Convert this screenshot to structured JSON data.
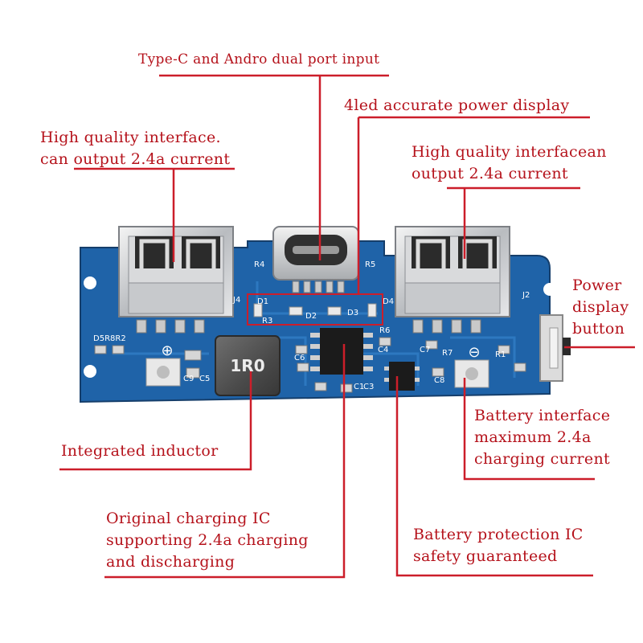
{
  "annotations": {
    "dual_input": "Type-C and Andro dual port input",
    "led_display": "4led accurate power display",
    "left_port": [
      "High quality interface.",
      "can output 2.4a current"
    ],
    "right_port": [
      "High quality interfacean",
      "output 2.4a current"
    ],
    "power_button": [
      "Power",
      "display",
      "button"
    ],
    "inductor": "Integrated inductor",
    "battery_interface": [
      "Battery interface",
      "maximum 2.4a",
      "charging current"
    ],
    "charging_ic": [
      "Original charging IC",
      "supporting 2.4a charging",
      "and discharging"
    ],
    "protection_ic": [
      "Battery protection IC",
      "safety guaranteed"
    ]
  },
  "board": {
    "inductor_marking": "1R0",
    "silkscreen": [
      "J4",
      "R4",
      "R5",
      "J2",
      "D1",
      "D2",
      "D3",
      "D4",
      "R3",
      "C6",
      "C4",
      "C7",
      "R7",
      "R1",
      "D5R8R2",
      "C9",
      "C5",
      "C1",
      "C3",
      "C8",
      "R6"
    ],
    "plus_symbol": "⊕",
    "minus_symbol": "⊖"
  },
  "colors": {
    "annotation": "#b5121b",
    "pcb": "#1f63a8",
    "pcb_trace": "#2d78c0"
  }
}
